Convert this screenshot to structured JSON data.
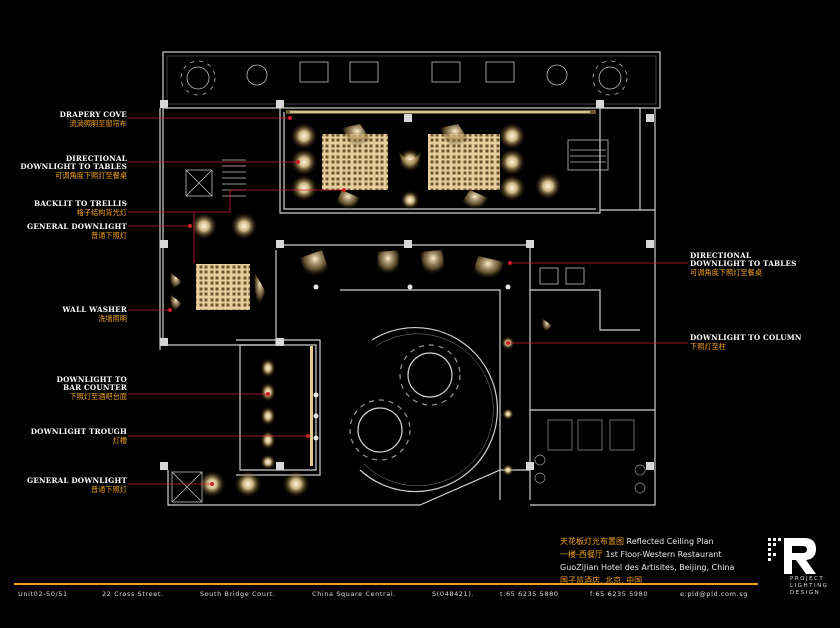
{
  "labels_left": [
    {
      "en": "DRAPERY COVE",
      "cn": "流淌照明至窗帘布"
    },
    {
      "en": "DIRECTIONAL\nDOWNLIGHT TO TABLES",
      "cn": "可调角度下照灯至餐桌"
    },
    {
      "en": "BACKLIT TO TRELLIS",
      "cn": "格子结构背光灯"
    },
    {
      "en": "GENERAL DOWNLIGHT",
      "cn": "普通下照灯"
    },
    {
      "en": "WALL WASHER",
      "cn": "洗墙照明"
    },
    {
      "en": "DOWNLIGHT TO\nBAR COUNTER",
      "cn": "下照灯至酒吧台面"
    },
    {
      "en": "DOWNLIGHT TROUGH",
      "cn": "灯槽"
    },
    {
      "en": "GENERAL DOWNLIGHT",
      "cn": "普通下照灯"
    }
  ],
  "labels_right": [
    {
      "en": "DIRECTIONAL\nDOWNLIGHT TO TABLES",
      "cn": "可调角度下照灯至餐桌"
    },
    {
      "en": "DOWNLIGHT TO COLUMN",
      "cn": "下照灯至柱"
    }
  ],
  "title_block": {
    "line1_cn": "天花板灯光布置图",
    "line1_en": "Reflected Ceiling Plan",
    "line2_cn": "一楼-西餐厅",
    "line2_en": "1st Floor-Western Restaurant",
    "line3_en": "GuoZiJian Hotel des Artisites, Beijing, China",
    "line4_cn": "国子监酒店, 北京, 中国"
  },
  "logo": {
    "word1": "PROJECT",
    "word2": "LIGHTING",
    "word3": "DESIGN"
  },
  "footer": [
    "Unit02-50/51",
    "22 Cross Street.",
    "South Bridge Court.",
    "China Square Central.",
    "S(048421).",
    "t:65 6235 5880",
    "f:65 6235 5980",
    "e:pld@pld.com.sg"
  ],
  "colors": {
    "background": "#000000",
    "accent": "#f0a020",
    "leader": "#d0202a",
    "glow": "#ffe2a8",
    "line": "#c8c8c8"
  }
}
